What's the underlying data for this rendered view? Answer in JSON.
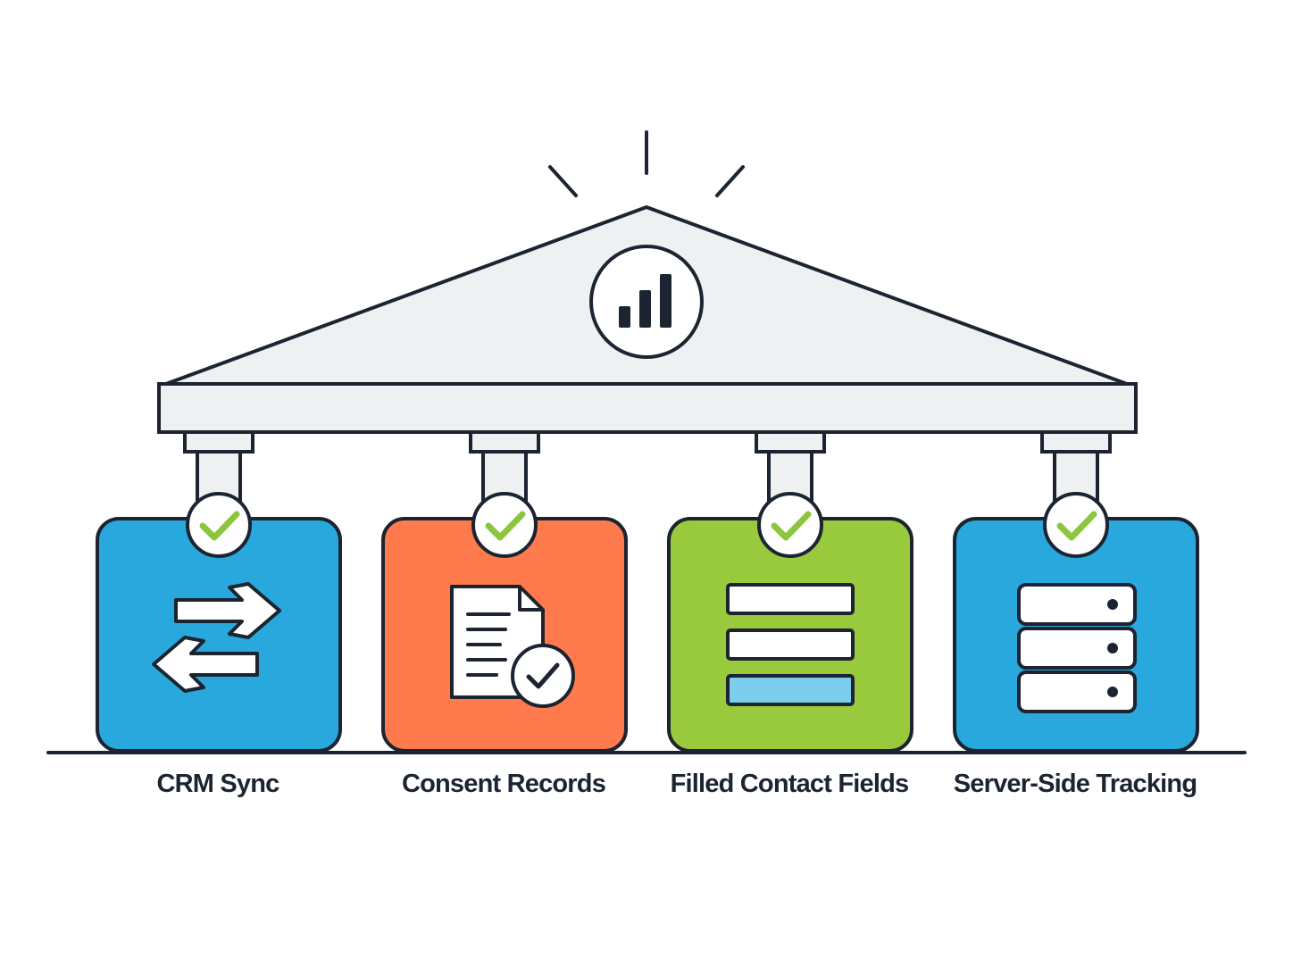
{
  "colors": {
    "outline": "#1b2430",
    "roof_fill": "#eef0f2",
    "check": "#8cc63f",
    "card_blue": "#29a8dd",
    "card_orange": "#ff7a4d",
    "card_green": "#99c93c",
    "field_highlight": "#7ccdee"
  },
  "roof": {
    "icon": "bar-chart-icon"
  },
  "pillars": [
    {
      "label": "CRM Sync",
      "color": "card_blue",
      "icon": "sync-arrows-icon",
      "status": "checked"
    },
    {
      "label": "Consent Records",
      "color": "card_orange",
      "icon": "document-check-icon",
      "status": "checked"
    },
    {
      "label": "Filled Contact Fields",
      "color": "card_green",
      "icon": "form-fields-icon",
      "status": "checked"
    },
    {
      "label": "Server-Side Tracking",
      "color": "card_blue",
      "icon": "server-stack-icon",
      "status": "checked"
    }
  ]
}
